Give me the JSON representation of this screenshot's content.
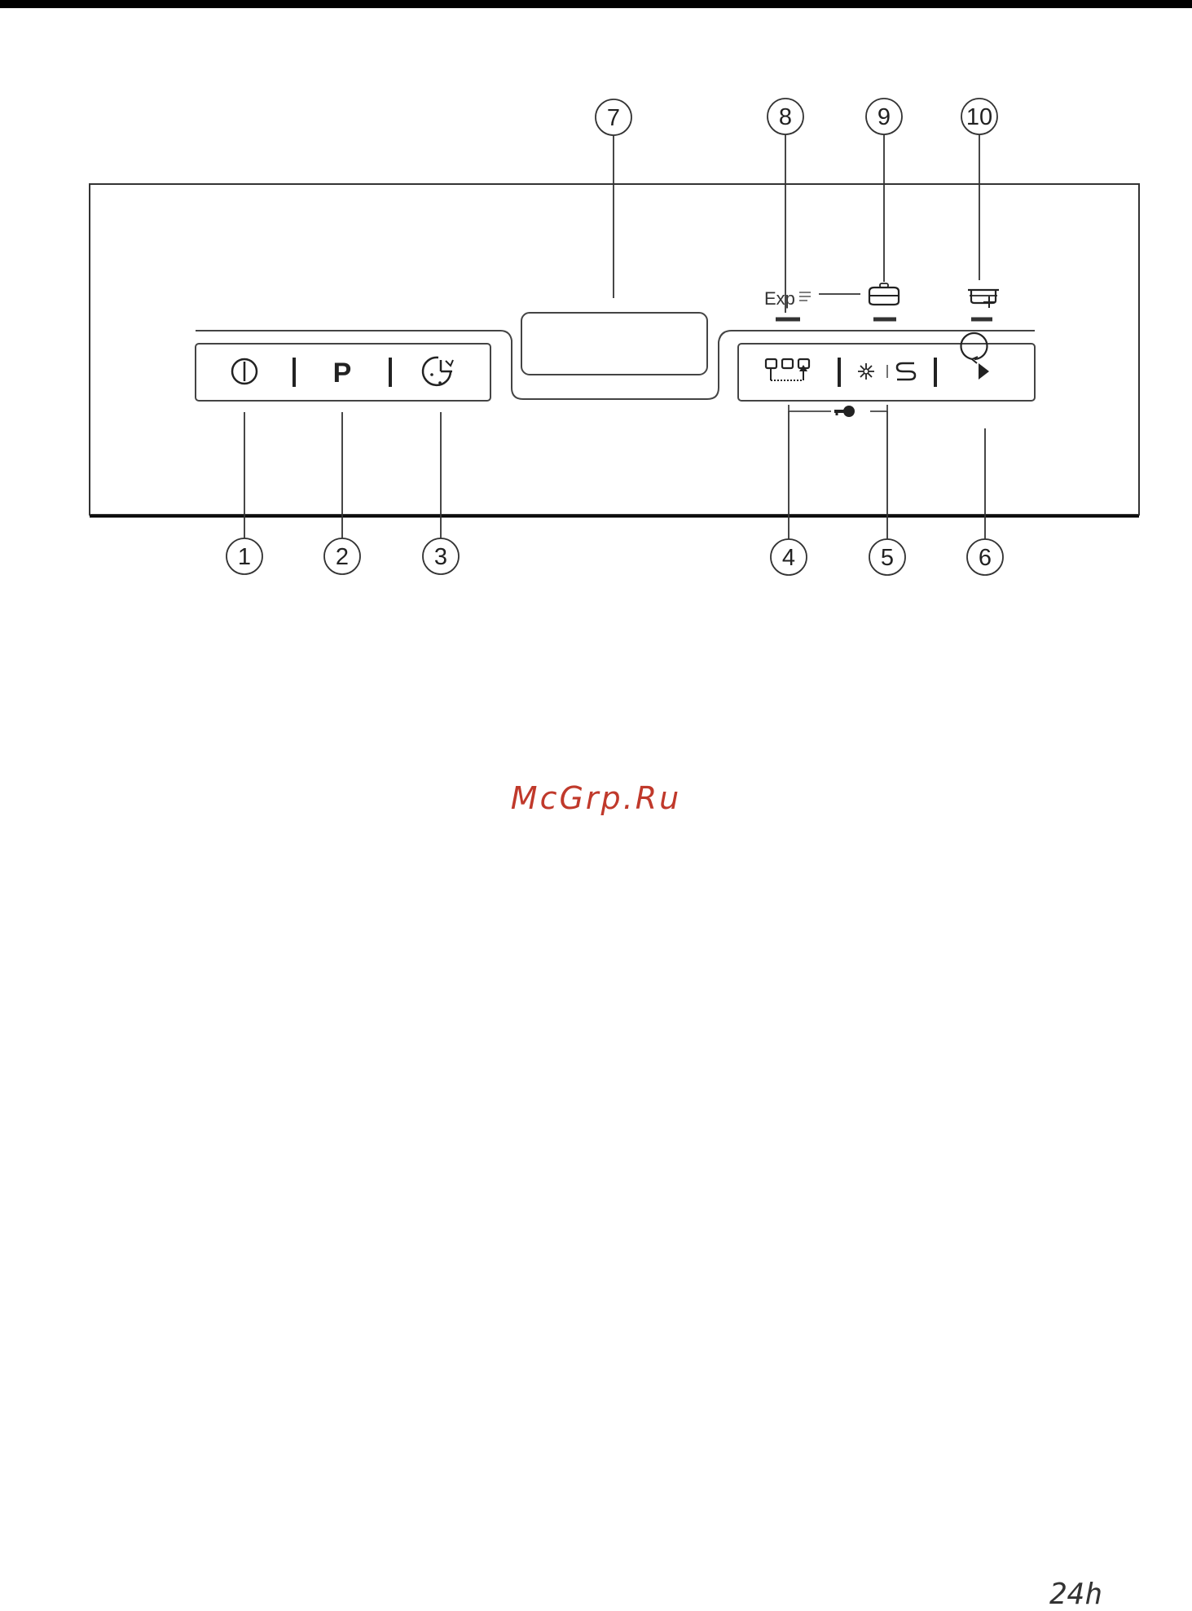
{
  "callouts": {
    "c1": "1",
    "c2": "2",
    "c3": "3",
    "c4": "4",
    "c5": "5",
    "c6": "6",
    "c7": "7",
    "c8": "8",
    "c9": "9",
    "c10": "10"
  },
  "panel": {
    "program_label": "P",
    "express_label": "Exp"
  },
  "watermark": "McGrp.Ru",
  "page_number": "24h",
  "icons": [
    "power-icon",
    "program-icon",
    "delay-timer-icon",
    "half-load-icon",
    "rinse-aid-icon",
    "salt-icon",
    "start-pause-icon",
    "child-lock-key-icon",
    "express-icon",
    "extra-dry-icon",
    "upper-basket-icon"
  ]
}
